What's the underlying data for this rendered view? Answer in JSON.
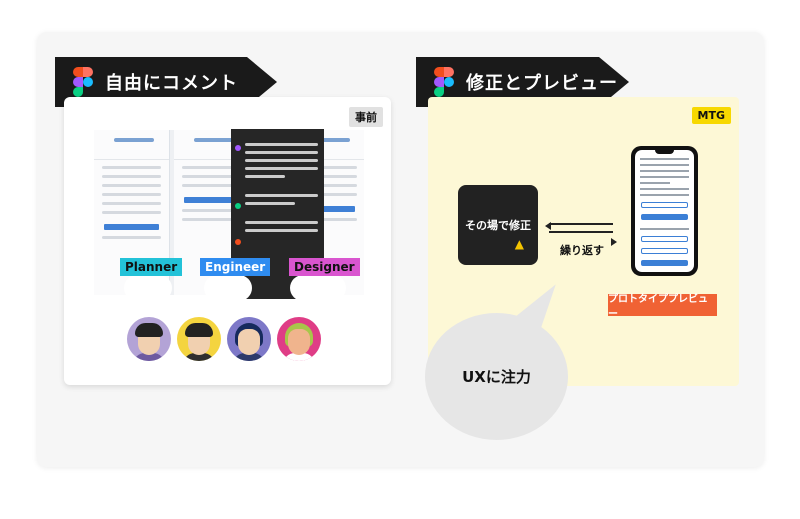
{
  "left_section": {
    "banner_title": "自由にコメント",
    "tag": "事前",
    "roles": [
      "Planner",
      "Engineer",
      "Designer"
    ]
  },
  "right_section": {
    "banner_title": "修正とプレビュー",
    "tag": "MTG",
    "edit_box_label": "その場で修正",
    "repeat_label": "繰り返す",
    "prototype_button": "プロトタイププレビュー"
  },
  "callout": {
    "text": "UXに注力"
  },
  "colors": {
    "banner": "#1a1a1a",
    "planner": "#23c2d8",
    "engineer": "#2f8cf0",
    "designer": "#d955cf",
    "mtg_tag": "#f7d800",
    "prototype_button": "#f06234",
    "right_panel_bg": "#fdf8d6"
  },
  "icons": [
    "figma-logo-icon",
    "cursor-icon",
    "avatar-planner",
    "avatar-engineer",
    "avatar-designer-1",
    "avatar-designer-2"
  ]
}
